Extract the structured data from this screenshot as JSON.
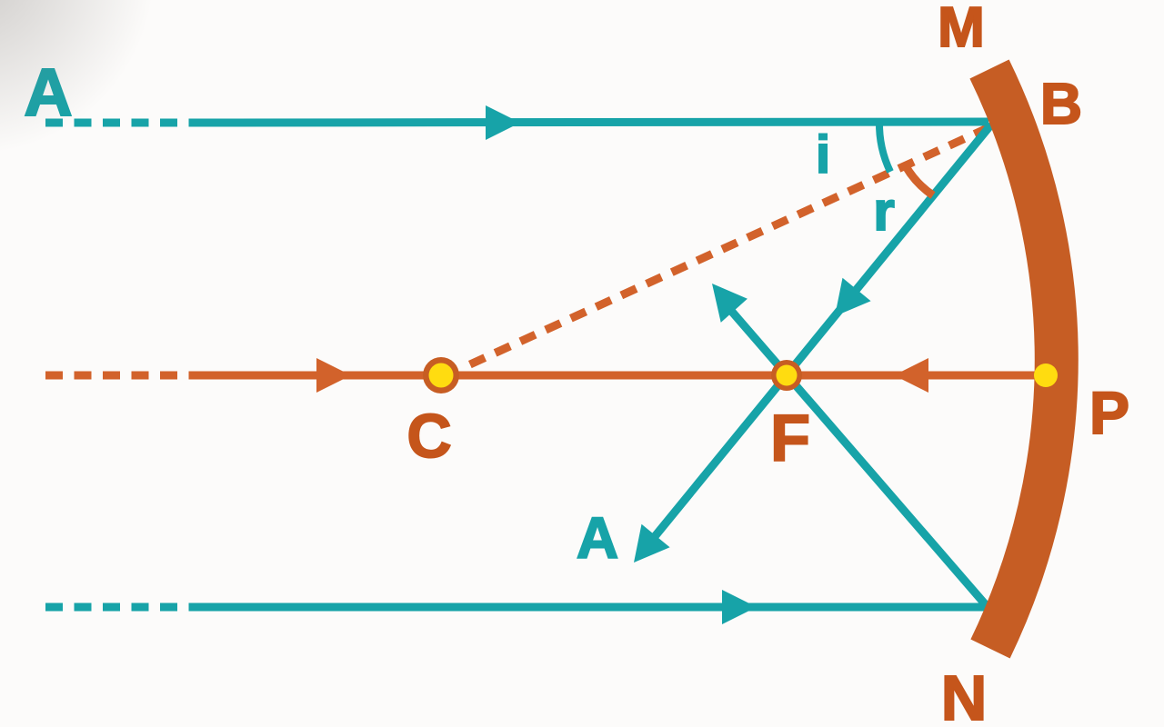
{
  "diagram": {
    "type": "concave-mirror-ray-diagram",
    "labels": {
      "incident_ray_object": "A",
      "mirror_top_end": "M",
      "point_of_incidence": "B",
      "angle_of_incidence": "i",
      "angle_of_reflection": "r",
      "centre_of_curvature": "C",
      "principal_focus": "F",
      "reflected_ray_end": "A",
      "pole": "P",
      "mirror_bottom_end": "N"
    },
    "colors": {
      "ray_teal": "#17a3a8",
      "axis_orange": "#d2622b",
      "mirror_orange": "#c65d24",
      "label_orange": "#c5551b",
      "label_teal": "#17a3a8",
      "point_yellow": "#ffdc10",
      "point_ring": "#c75d23",
      "background": "#fcfbfa"
    }
  }
}
